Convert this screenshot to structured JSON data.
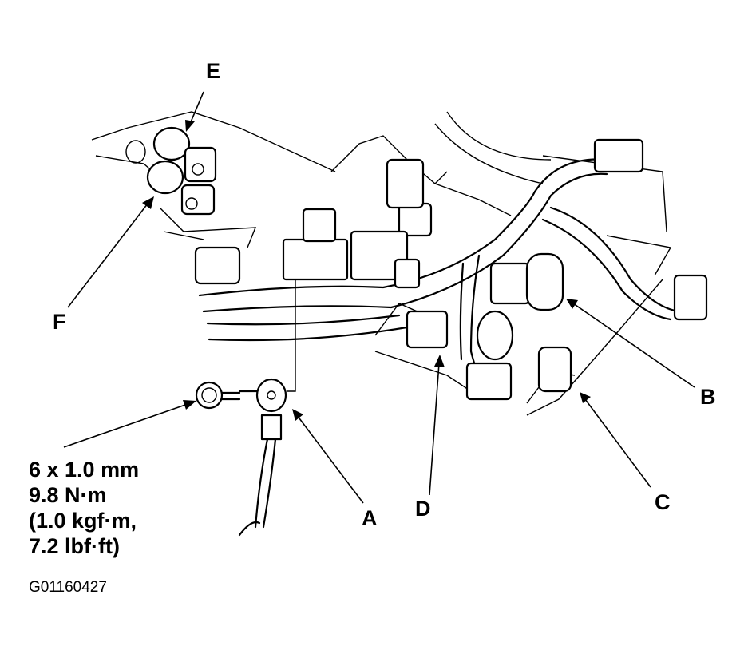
{
  "figure_id": "G01160427",
  "callouts": {
    "a": "A",
    "b": "B",
    "c": "C",
    "d": "D",
    "e": "E",
    "f": "F"
  },
  "torque_spec": {
    "line1": "6 x 1.0 mm",
    "line2": "9.8 N·m",
    "line3": "(1.0 kgf·m,",
    "line4": "7.2 lbf·ft)"
  },
  "colors": {
    "ink": "#000000",
    "paper": "#ffffff"
  }
}
